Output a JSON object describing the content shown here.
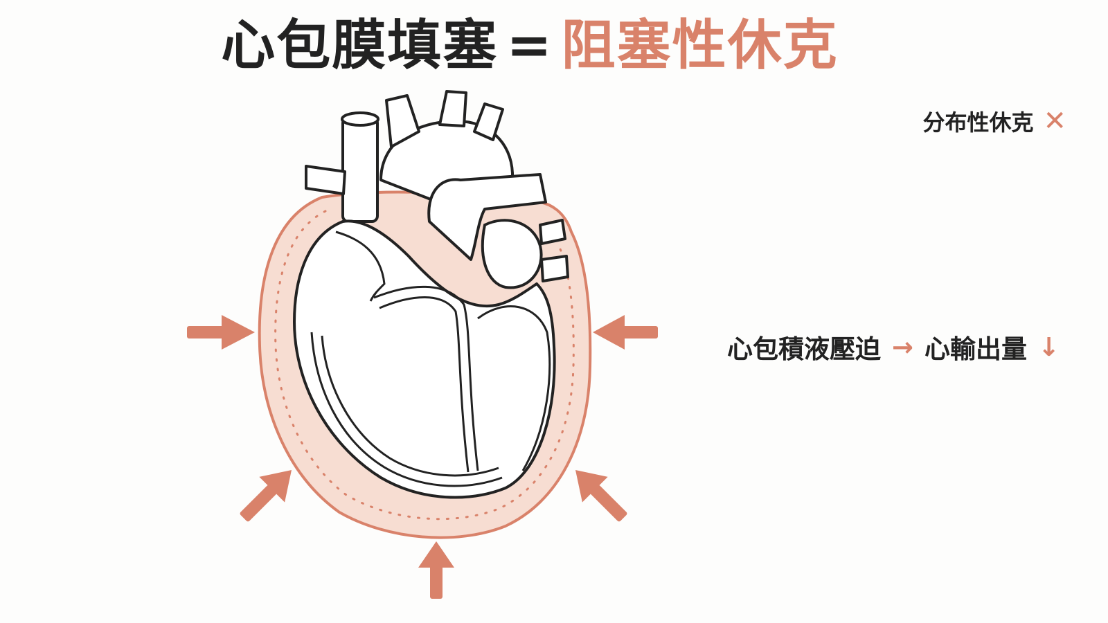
{
  "title": {
    "left": "心包膜填塞",
    "equals": "=",
    "right": "阻塞性休克"
  },
  "notes": {
    "distributive_shock": "分布性休克",
    "distributive_mark": "✕",
    "effusion_compression": "心包積液壓迫",
    "arrow_right": "→",
    "cardiac_output": "心輸出量",
    "arrow_down": "↓"
  },
  "colors": {
    "accent": "#d9826a",
    "pericardium_fill": "#f7ddd2",
    "outline": "#222222"
  },
  "icons": {
    "compression_arrows": "arrow-icon",
    "heart": "heart-icon"
  }
}
